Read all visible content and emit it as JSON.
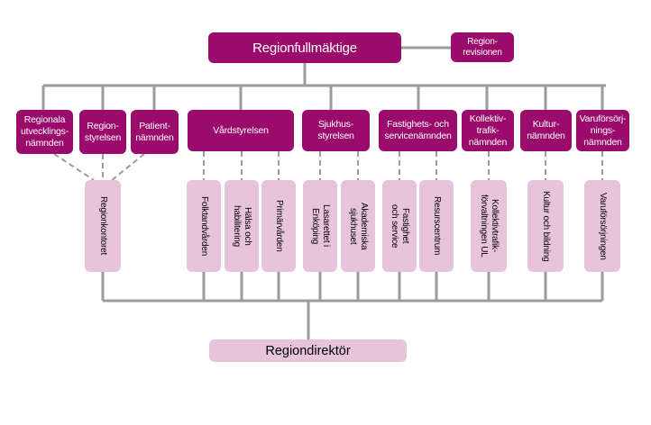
{
  "top": {
    "council": "Regionfullmäktige",
    "audit": "Region-\nrevisionen"
  },
  "committees": [
    "Regionala\nutvecklings-\nnämnden",
    "Region-\nstyrelsen",
    "Patient-\nnämnden",
    "Vårdstyrelsen",
    "Sjukhus-\nstyrelsen",
    "Fastighets- och\nservicenämnden",
    "Kollektiv-\ntrafik-\nnämnden",
    "Kultur-\nnämnden",
    "Varuförsörj-\nnings-\nnämnden"
  ],
  "units": [
    "Regionkontoret",
    "Folktandvården",
    "Hälsa och\nhabilitering",
    "Primärvården",
    "Lasarettet i\nEnköping",
    "Akademiska\nsjukhuset",
    "Fastighet\noch service",
    "Resurscentrum",
    "Kollektivtrafik-\nförvaltningen UL",
    "Kultur och bildning",
    "Varuförsörjningen"
  ],
  "bottom": {
    "director": "Regiondirektör"
  },
  "colors": {
    "dark": "#9a0b6c",
    "light": "#e8c4dc",
    "line": "#9b9b9b"
  }
}
